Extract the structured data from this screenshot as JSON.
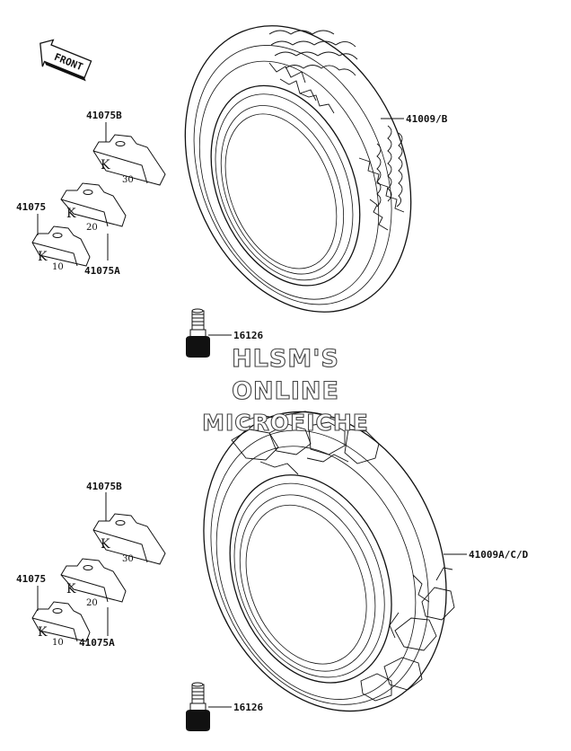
{
  "front_arrow": {
    "text": "FRONT"
  },
  "labels": {
    "tire_top": "41009/B",
    "tire_bottom": "41009A/C/D",
    "valve_top": "16126",
    "valve_bottom": "16126",
    "weight_top_b": "41075B",
    "weight_top_plain": "41075",
    "weight_top_a": "41075A",
    "weight_bottom_b": "41075B",
    "weight_bottom_plain": "41075",
    "weight_bottom_a": "41075A"
  },
  "weight_marks": {
    "letter": "K",
    "w30": "30",
    "w20": "20",
    "w10": "10"
  },
  "watermark": {
    "line1": "HLSM'S",
    "line2": "ONLINE",
    "line3": "MICROFICHE"
  }
}
